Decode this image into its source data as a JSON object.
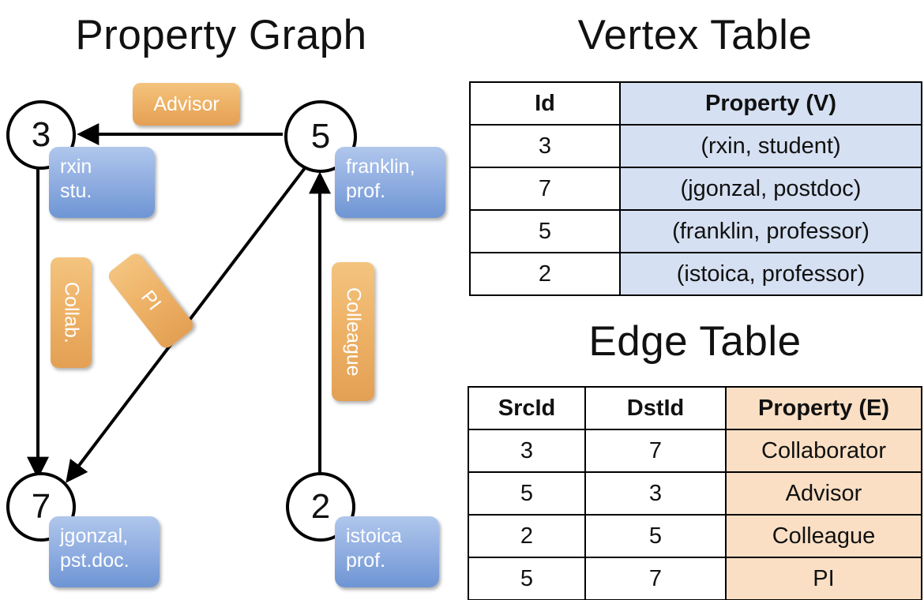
{
  "titles": {
    "property_graph": "Property Graph",
    "vertex_table": "Vertex Table",
    "edge_table": "Edge Table"
  },
  "graph": {
    "nodes": [
      {
        "id": "3",
        "property_line1": "rxin",
        "property_line2": "stu."
      },
      {
        "id": "5",
        "property_line1": "franklin,",
        "property_line2": "prof."
      },
      {
        "id": "7",
        "property_line1": "jgonzal,",
        "property_line2": "pst.doc."
      },
      {
        "id": "2",
        "property_line1": "istoica",
        "property_line2": "prof."
      }
    ],
    "edge_labels": [
      {
        "name": "advisor",
        "text": "Advisor"
      },
      {
        "name": "collab",
        "text": "Collab."
      },
      {
        "name": "pi",
        "text": "PI"
      },
      {
        "name": "colleague",
        "text": "Colleague"
      }
    ]
  },
  "vertex_table": {
    "headers": [
      "Id",
      "Property (V)"
    ],
    "rows": [
      [
        "3",
        "(rxin, student)"
      ],
      [
        "7",
        "(jgonzal, postdoc)"
      ],
      [
        "5",
        "(franklin, professor)"
      ],
      [
        "2",
        "(istoica, professor)"
      ]
    ]
  },
  "edge_table": {
    "headers": [
      "SrcId",
      "DstId",
      "Property (E)"
    ],
    "rows": [
      [
        "3",
        "7",
        "Collaborator"
      ],
      [
        "5",
        "3",
        "Advisor"
      ],
      [
        "2",
        "5",
        "Colleague"
      ],
      [
        "5",
        "7",
        "PI"
      ]
    ]
  },
  "colors": {
    "vertex_property_fill": "#d5e0f2",
    "edge_property_fill": "#fadfc4",
    "node_property_box": "#93b0e2",
    "edge_label_box": "#eeb368",
    "stroke": "#000000"
  }
}
